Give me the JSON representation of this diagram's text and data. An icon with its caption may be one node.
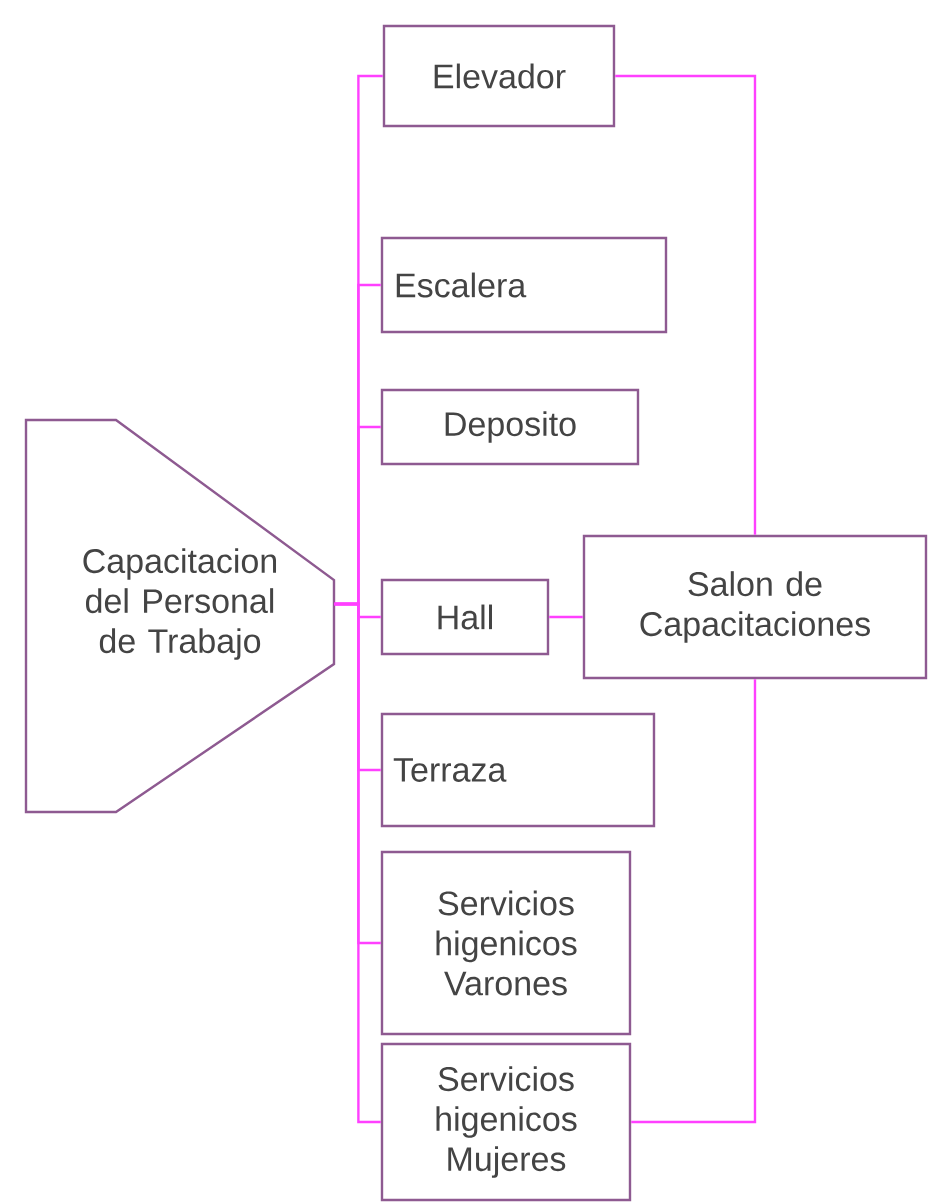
{
  "diagram": {
    "nodes": [
      {
        "text": [
          "Capacitacion del Personal de Trabajo"
        ]
      },
      {
        "text": [
          "Elevador"
        ]
      },
      {
        "text": [
          "Escalera"
        ]
      },
      {
        "text": [
          "Deposito"
        ]
      },
      {
        "text": [
          "Hall"
        ]
      },
      {
        "text": [
          "Salon de Capacitaciones"
        ]
      },
      {
        "text": [
          "Terraza"
        ]
      },
      {
        "text": [
          "Servicios higenicos Varones"
        ]
      },
      {
        "text": [
          "Servicios higenicos Mujeres"
        ]
      }
    ],
    "edges": [
      {
        "from": 0,
        "to": 1,
        "arrow": "none"
      },
      {
        "from": 0,
        "to": 2,
        "arrow": "none"
      },
      {
        "from": 0,
        "to": 3,
        "arrow": "none"
      },
      {
        "from": 0,
        "to": 4,
        "arrow": "none"
      },
      {
        "from": 0,
        "to": 6,
        "arrow": "none"
      },
      {
        "from": 0,
        "to": 7,
        "arrow": "none"
      },
      {
        "from": 0,
        "to": 8,
        "arrow": "none"
      },
      {
        "from": 4,
        "to": 5,
        "arrow": "none"
      },
      {
        "from": 1,
        "to": 5,
        "arrow": "none"
      },
      {
        "from": 5,
        "to": 8,
        "arrow": "none"
      }
    ]
  }
}
